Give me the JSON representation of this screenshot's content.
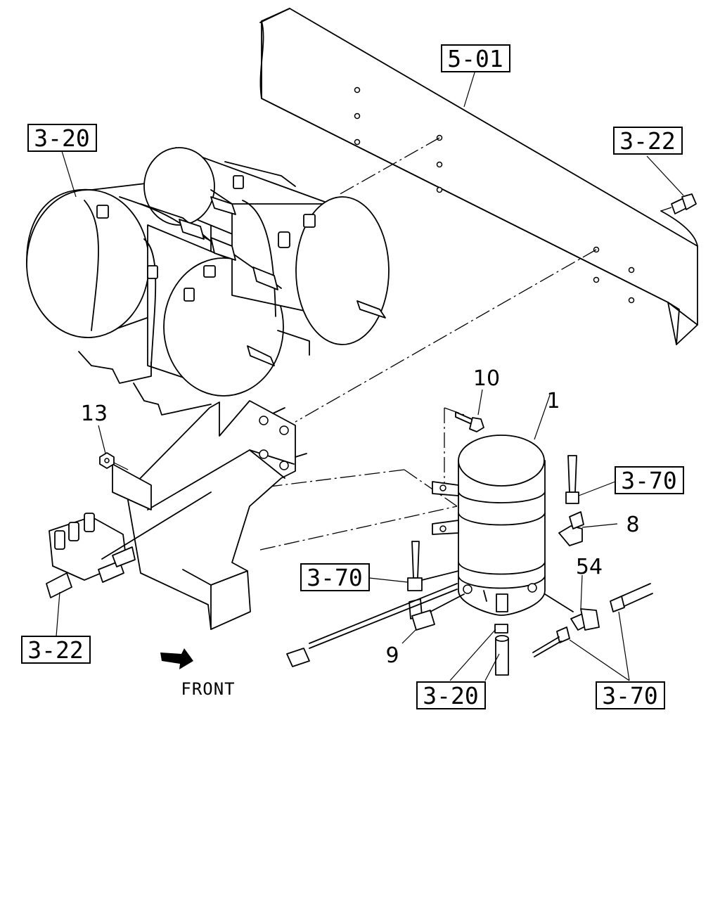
{
  "reference_labels": {
    "frame": "5-01",
    "tanks": "3-20",
    "bolt_top_right": "3-22",
    "bracket_left": "3-22",
    "pipe_right": "3-70",
    "pipe_left": "3-70",
    "hose_bottom": "3-20",
    "pipes_bottom_right": "3-70"
  },
  "part_numbers": {
    "dryer": "1",
    "bolt": "10",
    "nut": "13",
    "elbow_right": "8",
    "elbow_left": "9",
    "tee": "54"
  },
  "direction_label": "FRONT"
}
